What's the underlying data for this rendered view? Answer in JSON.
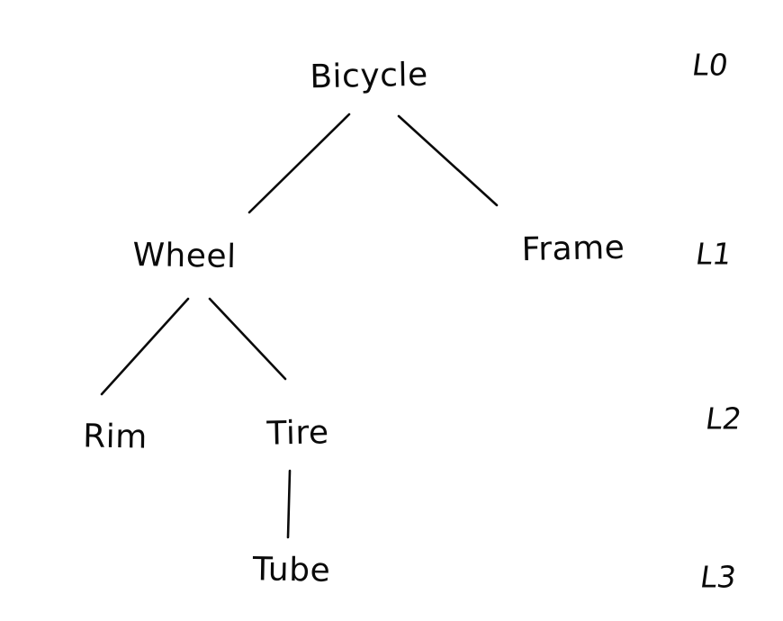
{
  "diagram": {
    "type": "tree",
    "subject": "bicycle-part-hierarchy",
    "background_color": "#ffffff",
    "ink_color": "#0a0a0a",
    "nodes": [
      {
        "id": "bicycle",
        "label": "Bicycle",
        "level": 0,
        "parent": null
      },
      {
        "id": "wheel",
        "label": "Wheel",
        "level": 1,
        "parent": "bicycle"
      },
      {
        "id": "frame",
        "label": "Frame",
        "level": 1,
        "parent": "bicycle"
      },
      {
        "id": "rim",
        "label": "Rim",
        "level": 2,
        "parent": "wheel"
      },
      {
        "id": "tire",
        "label": "Tire",
        "level": 2,
        "parent": "wheel"
      },
      {
        "id": "tube",
        "label": "Tube",
        "level": 3,
        "parent": "tire"
      }
    ],
    "edges": [
      {
        "from": "bicycle",
        "to": "wheel"
      },
      {
        "from": "bicycle",
        "to": "frame"
      },
      {
        "from": "wheel",
        "to": "rim"
      },
      {
        "from": "wheel",
        "to": "tire"
      },
      {
        "from": "tire",
        "to": "tube"
      }
    ],
    "level_labels": [
      {
        "id": "l0",
        "label": "L0"
      },
      {
        "id": "l1",
        "label": "L1"
      },
      {
        "id": "l2",
        "label": "L2"
      },
      {
        "id": "l3",
        "label": "L3"
      }
    ]
  }
}
